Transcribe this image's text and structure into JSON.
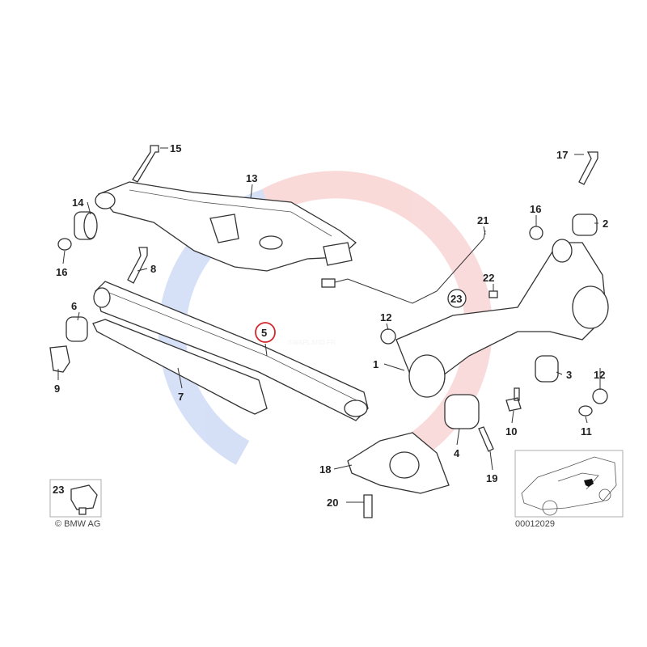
{
  "diagram": {
    "callouts": {
      "c1": "1",
      "c2": "2",
      "c3": "3",
      "c4": "4",
      "c5": "5",
      "c6": "6",
      "c7": "7",
      "c8": "8",
      "c9": "9",
      "c10": "10",
      "c11": "11",
      "c12a": "12",
      "c12b": "12",
      "c13": "13",
      "c14": "14",
      "c15": "15",
      "c16a": "16",
      "c16b": "16",
      "c17": "17",
      "c18": "18",
      "c19": "19",
      "c20": "20",
      "c21": "21",
      "c22": "22",
      "c23a": "23",
      "c23b": "23"
    },
    "highlighted_callout": "5",
    "highlight_color": "#d0282e",
    "copyright": "© BMW AG",
    "diagram_number": "00012029",
    "watermark": "SWAPLAND.FR",
    "watermark_colors": [
      "#e53935",
      "#1e5bd8"
    ]
  }
}
